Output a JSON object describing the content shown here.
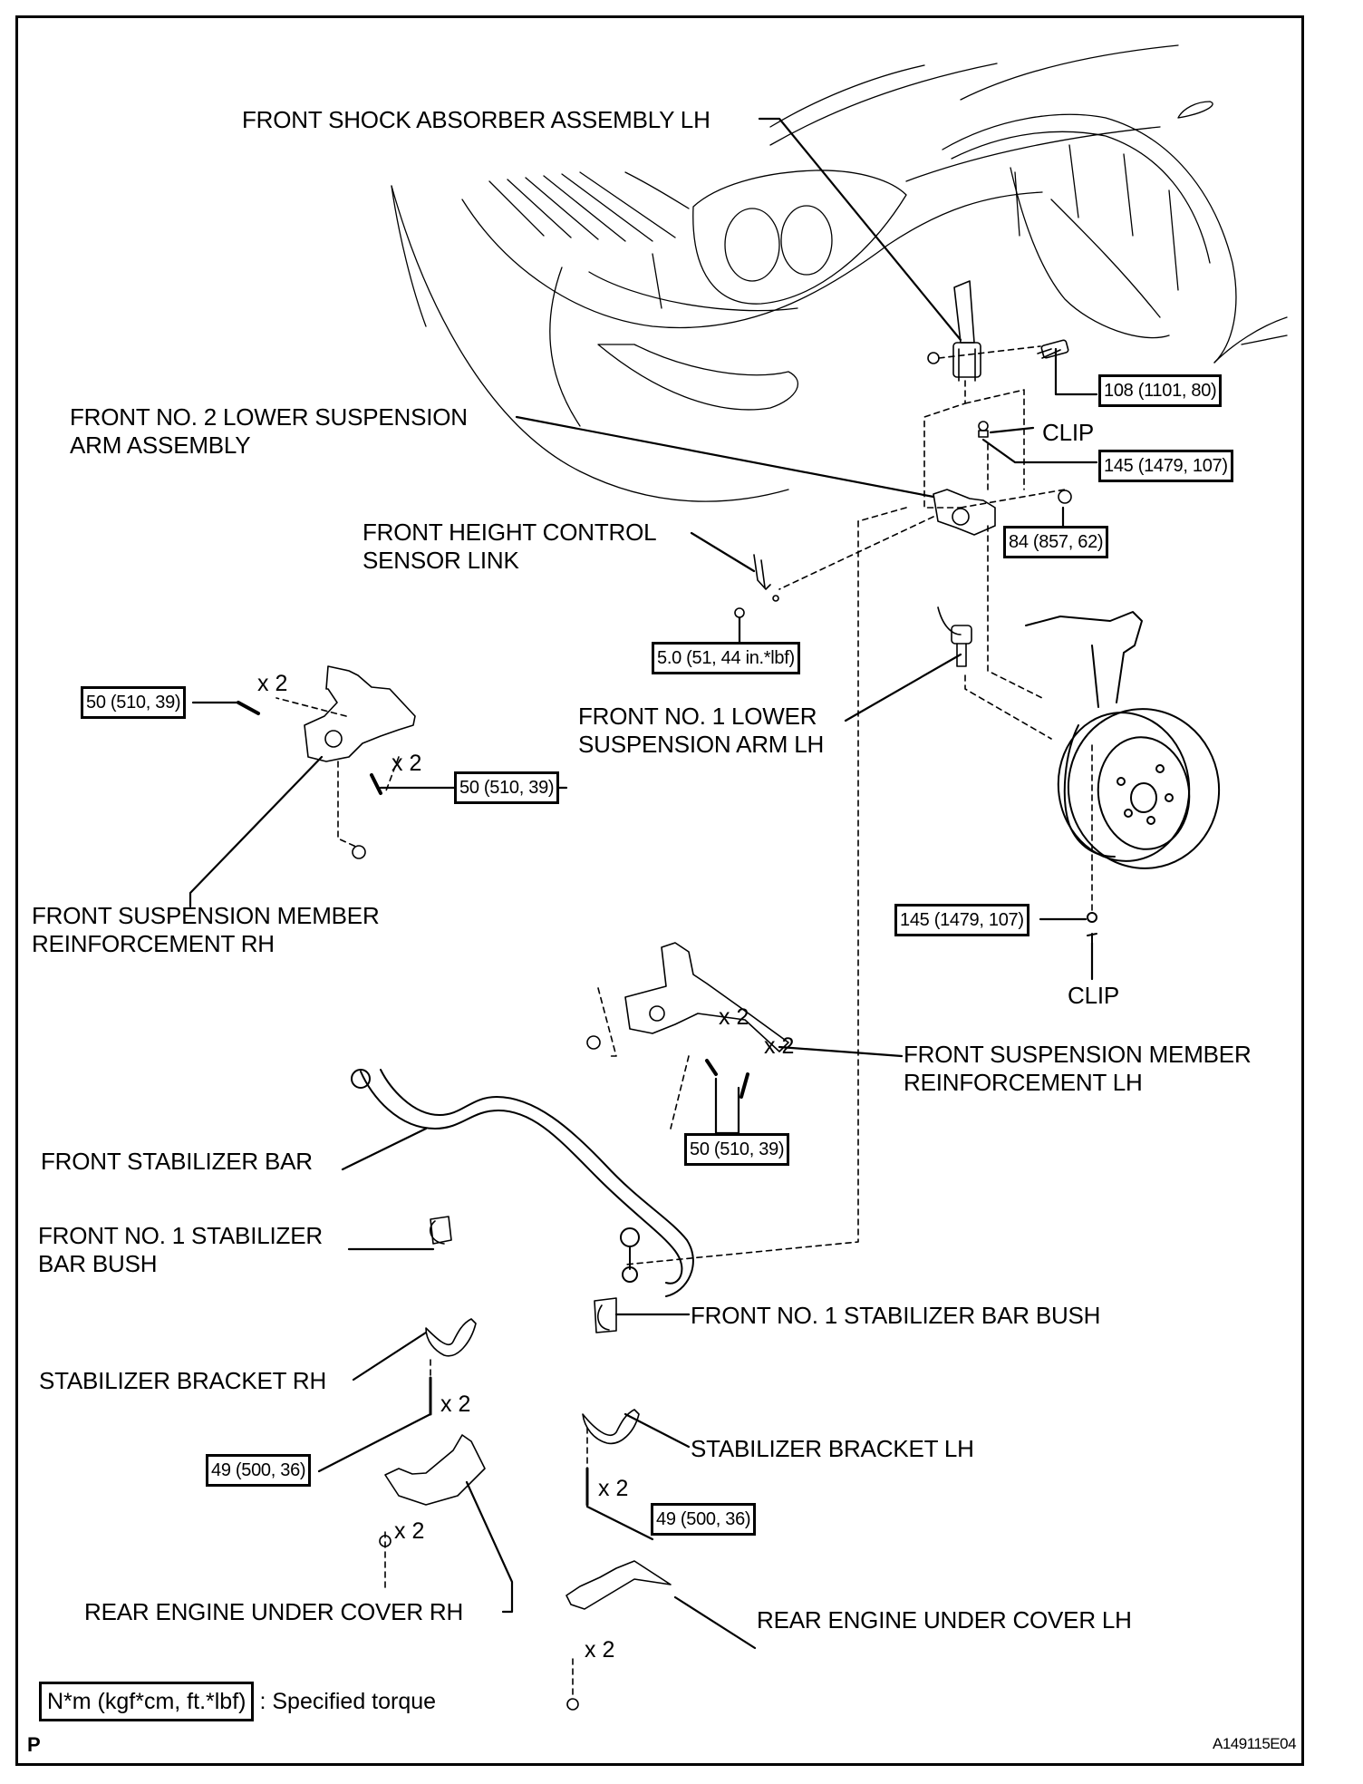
{
  "figure": {
    "figure_id": "A149115E04",
    "page_marker": "P"
  },
  "labels": {
    "front_shock_absorber": "FRONT SHOCK ABSORBER ASSEMBLY LH",
    "front_no2_lower_arm": "FRONT NO. 2 LOWER SUSPENSION\nARM ASSEMBLY",
    "clip_upper": "CLIP",
    "front_height_control_sensor_link": "FRONT HEIGHT CONTROL\nSENSOR LINK",
    "front_no1_lower_arm": "FRONT NO. 1 LOWER\nSUSPENSION ARM LH",
    "front_suspension_member_reinf_rh": "FRONT SUSPENSION MEMBER\nREINFORCEMENT RH",
    "clip_lower": "CLIP",
    "front_suspension_member_reinf_lh": "FRONT SUSPENSION MEMBER\nREINFORCEMENT LH",
    "front_stabilizer_bar": "FRONT STABILIZER BAR",
    "front_no1_stabilizer_bar_bush_rh": "FRONT NO. 1 STABILIZER\nBAR BUSH",
    "front_no1_stabilizer_bar_bush_lh": "FRONT NO. 1 STABILIZER BAR BUSH",
    "stabilizer_bracket_rh": "STABILIZER BRACKET RH",
    "stabilizer_bracket_lh": "STABILIZER BRACKET LH",
    "rear_engine_under_cover_rh": "REAR ENGINE UNDER COVER RH",
    "rear_engine_under_cover_lh": "REAR ENGINE UNDER COVER LH"
  },
  "torques": {
    "shock_lower_bolt": "108 (1101, 80)",
    "no2_arm_nut_upper": "145 (1479, 107)",
    "no2_arm_nut": "84 (857, 62)",
    "height_sensor": "5.0 (51, 44 in.*lbf)",
    "reinf_rh_bolt_a": "50 (510, 39)",
    "reinf_rh_bolt_b": "50 (510, 39)",
    "no1_arm_nut": "145 (1479, 107)",
    "reinf_lh_bolts": "50 (510, 39)",
    "bracket_rh_bolts": "49 (500, 36)",
    "bracket_lh_bolts": "49 (500, 36)"
  },
  "quantities": {
    "reinf_rh_a": "x 2",
    "reinf_rh_b": "x 2",
    "reinf_lh_a": "x 2",
    "reinf_lh_b": "x 2",
    "bracket_rh": "x 2",
    "cover_rh": "x 2",
    "bracket_lh": "x 2",
    "cover_lh": "x 2"
  },
  "legend": {
    "unit_box": "N*m (kgf*cm, ft.*lbf)",
    "description": ": Specified torque"
  }
}
